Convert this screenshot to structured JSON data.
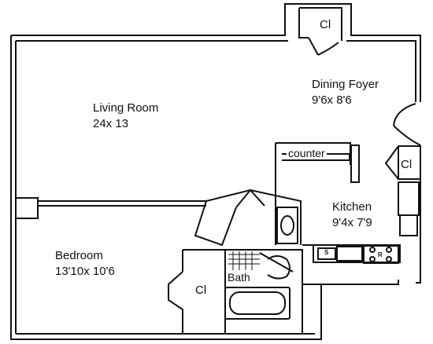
{
  "rooms": {
    "living": {
      "name": "Living Room",
      "dims": "24x 13"
    },
    "dining": {
      "name": "Dining Foyer",
      "dims": "9'6x 8'6"
    },
    "bedroom": {
      "name": "Bedroom",
      "dims": "13'10x 10'6"
    },
    "kitchen": {
      "name": "Kitchen",
      "dims": "9'4x 7'9"
    },
    "bath": {
      "name": "Bath"
    }
  },
  "closets": {
    "top": "Cl",
    "kitchen": "Cl",
    "bedroom": "Cl"
  },
  "fixtures": {
    "counter": "counter",
    "sink": "S",
    "range": "R"
  },
  "colors": {
    "ink": "#111111",
    "paper": "#ffffff"
  }
}
